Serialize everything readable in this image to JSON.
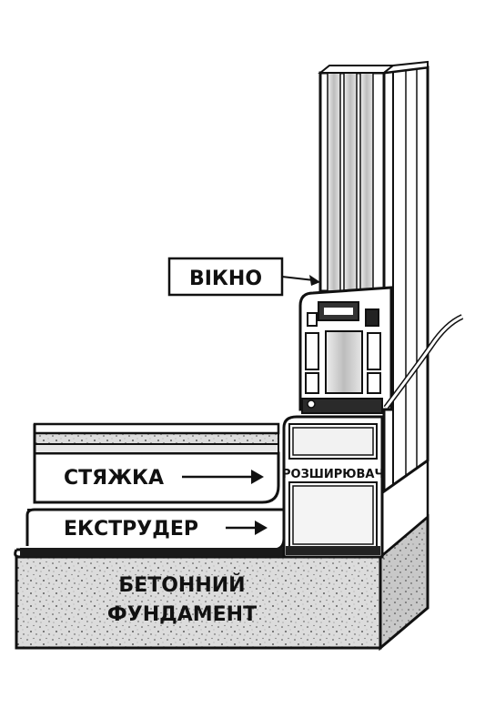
{
  "labels": {
    "window": "ВІКНО",
    "screed": "СТЯЖКА",
    "extruder": "ЕКСТРУДЕР",
    "expander": "РОЗШИРЮВАЧ",
    "foundation_line1": "БЕТОННИЙ",
    "foundation_line2": "ФУНДАМЕНТ"
  },
  "colors": {
    "ink": "#111111",
    "concrete": "#dcdcdc",
    "glass": "#cfcfcf",
    "paper": "#ffffff"
  },
  "icons": [
    "arrow-right-icon",
    "arrow-right-icon",
    "leader-arrow-icon"
  ]
}
